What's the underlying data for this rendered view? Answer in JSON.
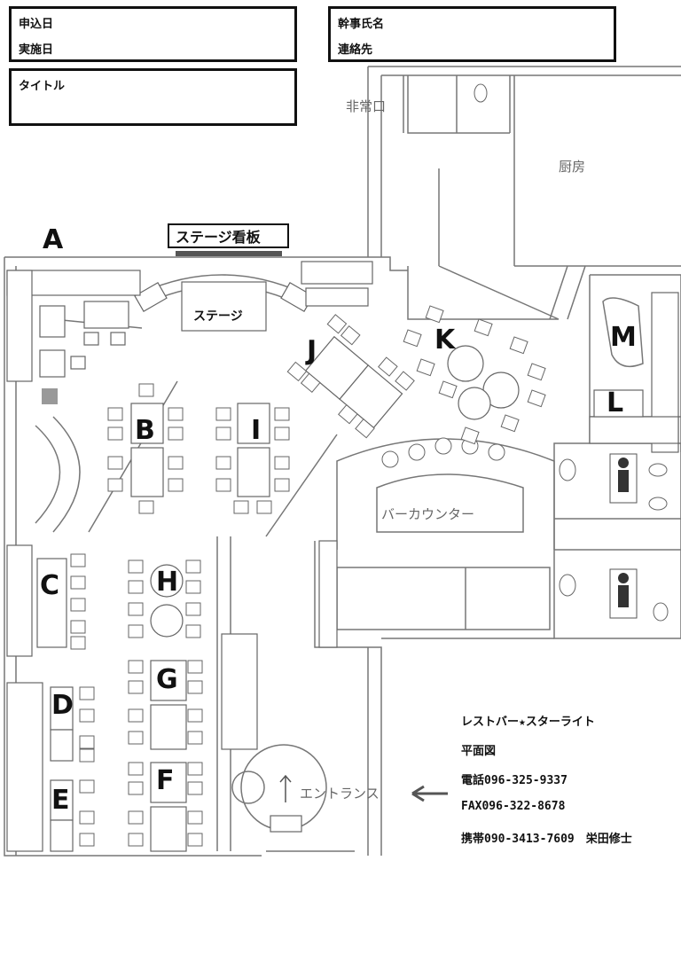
{
  "form": {
    "application_date_label": "申込日",
    "event_date_label": "実施日",
    "organizer_name_label": "幹事氏名",
    "contact_label": "連絡先",
    "title_label": "タイトル"
  },
  "floor_plan": {
    "emergency_exit": "非常口",
    "kitchen": "厨房",
    "stage_sign": "ステージ看板",
    "stage": "ステージ",
    "bar_counter": "バーカウンター",
    "entrance": "エントランス",
    "areas": [
      "A",
      "B",
      "C",
      "D",
      "E",
      "F",
      "G",
      "H",
      "I",
      "J",
      "K",
      "L",
      "M"
    ]
  },
  "info": {
    "shop_name": "レストバー★スターライト",
    "doc_type": "平面図",
    "phone": "電話096-325-9337",
    "fax": "FAX096-322-8678",
    "mobile": "携帯090-3413-7609　栄田修士"
  }
}
